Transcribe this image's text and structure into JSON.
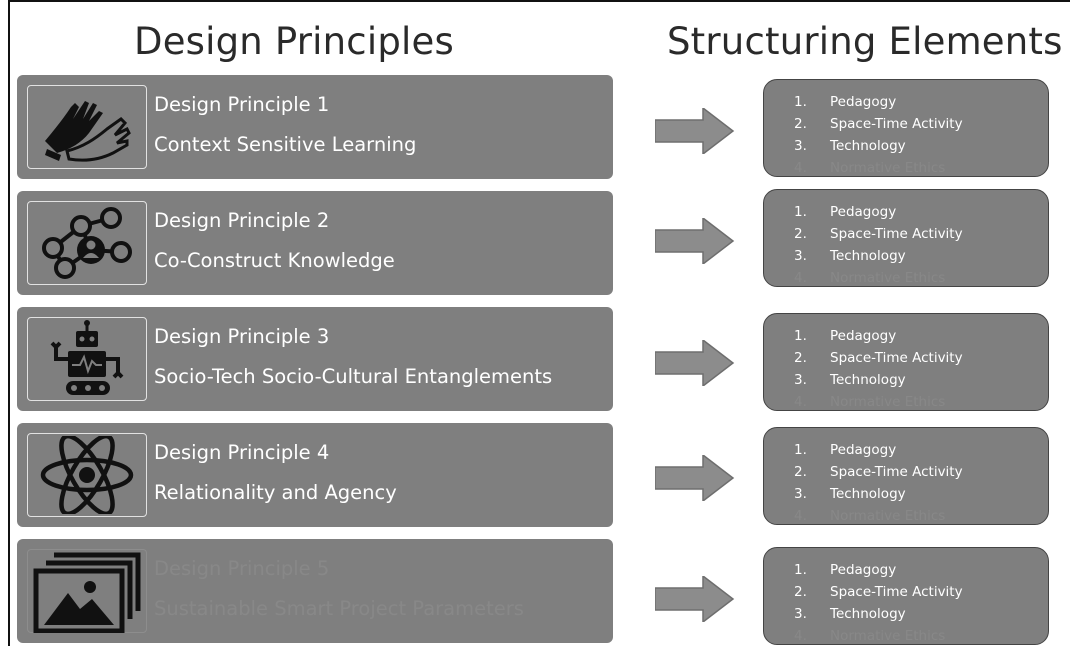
{
  "headings": {
    "left": "Design Principles",
    "right": "Structuring Elements"
  },
  "principles": [
    {
      "title": "Design Principle 1",
      "subtitle": "Context Sensitive Learning",
      "icon": "hands-icon",
      "faded": false
    },
    {
      "title": "Design Principle 2",
      "subtitle": "Co-Construct Knowledge",
      "icon": "network-icon",
      "faded": false
    },
    {
      "title": "Design Principle 3",
      "subtitle": "Socio-Tech Socio-Cultural Entanglements",
      "icon": "robot-icon",
      "faded": false
    },
    {
      "title": "Design Principle 4",
      "subtitle": "Relationality and Agency",
      "icon": "atom-icon",
      "faded": false
    },
    {
      "title": "Design Principle 5",
      "subtitle": "Sustainable Smart Project Parameters",
      "icon": "image-gallery-icon",
      "faded": true
    }
  ],
  "structuring_elements": [
    {
      "num": "1.",
      "label": "Pedagogy",
      "faded": false
    },
    {
      "num": "2.",
      "label": "Space-Time Activity",
      "faded": false
    },
    {
      "num": "3.",
      "label": "Technology",
      "faded": false
    },
    {
      "num": "4.",
      "label": "Normative Ethics",
      "faded": true
    }
  ],
  "colors": {
    "box_fill": "#7f7f7f",
    "text": "#ffffff",
    "faded_text": "#888888",
    "heading": "#2a2a2a"
  }
}
